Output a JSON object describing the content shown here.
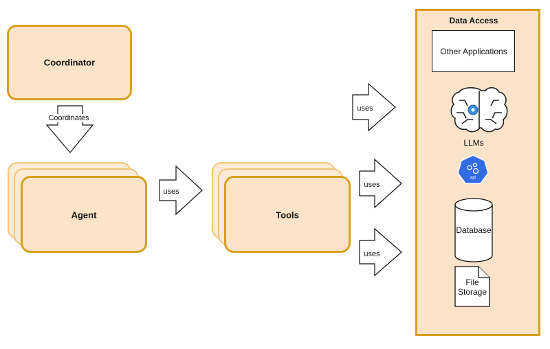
{
  "diagram": {
    "coordinator": "Coordinator",
    "coordinates": "Coordinates",
    "agent": "Agent",
    "tools": "Tools",
    "uses": [
      "uses",
      "uses",
      "uses",
      "uses"
    ],
    "data_access": {
      "title": "Data Access",
      "other_apps": "Other Applications",
      "llms": "LLMs",
      "api_badge": "api",
      "database": "Database",
      "file_storage_line1": "File",
      "file_storage_line2": "Storage"
    }
  },
  "colors": {
    "box_fill": "#fde4c9",
    "box_border": "#d6a01f",
    "panel_fill": "#fbe3c9",
    "panel_border": "#d6a01f",
    "icon_blue": "#326ce5"
  }
}
